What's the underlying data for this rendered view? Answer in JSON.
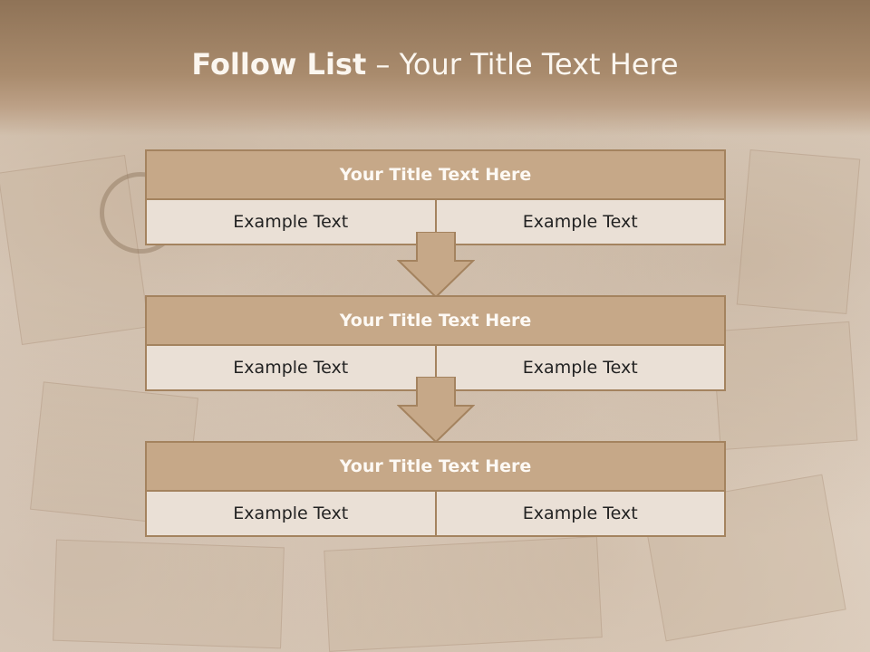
{
  "slide": {
    "title_bold": "Follow List",
    "title_sep": " – ",
    "title_rest": "Your Title Text Here"
  },
  "blocks": [
    {
      "title": "Your Title Text Here",
      "left": "Example Text",
      "right": "Example Text"
    },
    {
      "title": "Your Title Text Here",
      "left": "Example Text",
      "right": "Example Text"
    },
    {
      "title": "Your Title Text Here",
      "left": "Example Text",
      "right": "Example Text"
    }
  ],
  "colors": {
    "header_fill": "#c6a888",
    "border": "#a4835f",
    "cell_fill": "#eae0d6",
    "arrow_fill": "#c6a888"
  }
}
